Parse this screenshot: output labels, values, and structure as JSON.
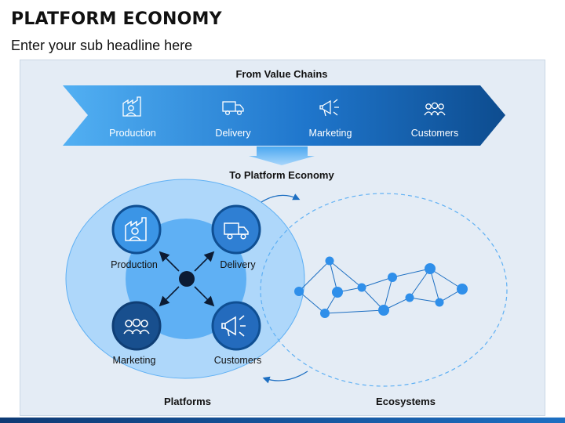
{
  "title": "PLATFORM ECONOMY",
  "subtitle": "Enter your sub headline here",
  "value_chain": {
    "heading": "From Value Chains",
    "steps": [
      {
        "label": "Production",
        "icon": "factory-worker-icon"
      },
      {
        "label": "Delivery",
        "icon": "delivery-truck-icon"
      },
      {
        "label": "Marketing",
        "icon": "megaphone-icon"
      },
      {
        "label": "Customers",
        "icon": "people-group-icon"
      }
    ]
  },
  "transition": {
    "heading": "To Platform Economy"
  },
  "platforms": {
    "label": "Platforms",
    "nodes": [
      {
        "label": "Production",
        "icon": "factory-worker-icon",
        "color": "#3b95e6"
      },
      {
        "label": "Delivery",
        "icon": "delivery-truck-icon",
        "color": "#2f7fd3"
      },
      {
        "label": "Marketing",
        "icon": "people-group-icon",
        "color": "#184f8e"
      },
      {
        "label": "Customers",
        "icon": "megaphone-icon",
        "color": "#246bbd"
      }
    ]
  },
  "ecosystems": {
    "label": "Ecosystems"
  },
  "colors": {
    "accent": "#1d6fc2",
    "dark_blue": "#0e4a8a",
    "light_blue": "#5fb0f4",
    "node_blue": "#2f8fea"
  }
}
